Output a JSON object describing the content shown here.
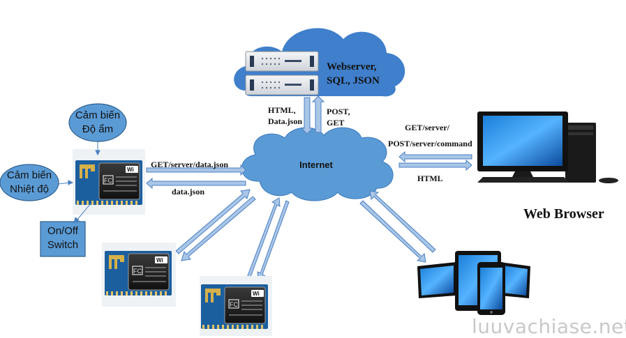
{
  "diagram": {
    "server_label": [
      "Webserver,",
      "SQL, JSON"
    ],
    "server_to_internet_label": [
      "HTML,",
      "Data.json"
    ],
    "internet_to_server_label": [
      "POST,",
      "GET"
    ],
    "internet_label": "Internet",
    "esp_request_label": "GET/server/data.json",
    "esp_response_label": "data.json",
    "browser_request_label": [
      "GET/server/",
      "POST/server/command"
    ],
    "browser_response_label": "HTML",
    "browser_caption": "Web Browser",
    "humidity_sensor": [
      "Cảm biến",
      "Độ ẩm"
    ],
    "temperature_sensor": [
      "Cảm biến",
      "Nhiệt độ"
    ],
    "switch_box": [
      "On/Off",
      "Switch"
    ],
    "module_chip_text": "Wi Fi",
    "watermark": "luuvachiase.net"
  },
  "colors": {
    "cloud": "#3f7fcb",
    "cloud_light": "#5b9bd5",
    "node_fill": "#5b9bd5",
    "node_stroke": "#2e5f8e",
    "arrow_fill": "#a9c6e8",
    "arrow_stroke": "#4a7fc0",
    "module_blue": "#1c5f9e"
  }
}
